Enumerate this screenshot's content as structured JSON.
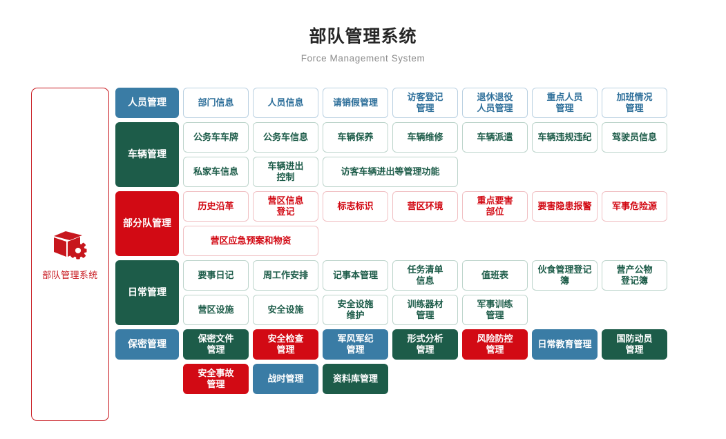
{
  "header": {
    "title_cn": "部队管理系统",
    "title_en": "Force Management System"
  },
  "sidebar": {
    "label": "部队管理系统",
    "icon": "box-gear-icon",
    "border_color": "#c7161d",
    "text_color": "#c7161d"
  },
  "palette": {
    "blue": "#3a7ca5",
    "green": "#1d5c49",
    "red": "#d20a14",
    "outline_blue": "#b9d0e1",
    "outline_green": "#bcd4cb",
    "outline_red": "#f0bfc2",
    "title": "#262626",
    "subtitle": "#8c8c8c"
  },
  "rows": [
    {
      "category": "人员管理",
      "category_color": "blue",
      "tile_style": "o-blue",
      "lines": [
        [
          "部门信息",
          "人员信息",
          "请销假管理",
          "访客登记\n管理",
          "退休退役\n人员管理",
          "重点人员\n管理",
          "加班情况\n管理"
        ]
      ]
    },
    {
      "category": "车辆管理",
      "category_color": "green",
      "tile_style": "o-green",
      "lines": [
        [
          "公务车车牌",
          "公务车信息",
          "车辆保养",
          "车辆维修",
          "车辆派遣",
          "车辆违规违纪",
          "驾驶员信息"
        ],
        [
          "私家车信息",
          "车辆进出\n控制",
          "访客车辆进出等管理功能"
        ]
      ],
      "wide": [
        "访客车辆进出等管理功能"
      ]
    },
    {
      "category": "部分队管理",
      "category_color": "red",
      "tile_style": "o-red",
      "lines": [
        [
          "历史沿革",
          "营区信息\n登记",
          "标志标识",
          "营区环境",
          "重点要害\n部位",
          "要害隐患报警",
          "军事危险源"
        ],
        [
          "营区应急预案和物资"
        ]
      ],
      "wide": [
        "营区应急预案和物资"
      ]
    },
    {
      "category": "日常管理",
      "category_color": "green",
      "tile_style": "o-green",
      "lines": [
        [
          "要事日记",
          "周工作安排",
          "记事本管理",
          "任务清单\n信息",
          "值班表",
          "伙食管理登记簿",
          "营产公物\n登记簿"
        ],
        [
          "营区设施",
          "安全设施",
          "安全设施\n维护",
          "训练器材\n管理",
          "军事训练\n管理"
        ]
      ]
    },
    {
      "category": "保密管理",
      "category_color": "blue",
      "tile_style": "filled",
      "lines": [
        [
          {
            "label": "保密文件\n管理",
            "style": "f-green"
          },
          {
            "label": "安全检查\n管理",
            "style": "f-red"
          },
          {
            "label": "军风军纪\n管理",
            "style": "f-blue"
          },
          {
            "label": "形式分析\n管理",
            "style": "f-green"
          },
          {
            "label": "风险防控\n管理",
            "style": "f-red"
          },
          {
            "label": "日常教育管理",
            "style": "f-blue"
          },
          {
            "label": "国防动员\n管理",
            "style": "f-green"
          }
        ],
        [
          {
            "label": "安全事故\n管理",
            "style": "f-red"
          },
          {
            "label": "战时管理",
            "style": "f-blue"
          },
          {
            "label": "资料库管理",
            "style": "f-green"
          }
        ]
      ]
    }
  ]
}
